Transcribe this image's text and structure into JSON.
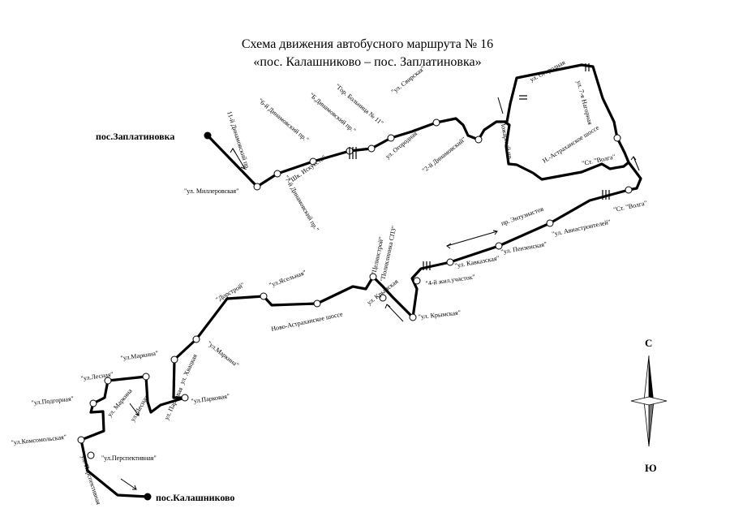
{
  "title": {
    "line1": "Схема движения автобусного маршрута № 16",
    "line2": "«пос. Калашниково – пос. Заплатиновка»"
  },
  "endpoints": {
    "start": "пос.Заплатиновка",
    "end": "пос.Калашниково"
  },
  "stops": {
    "millerovskaya": "\"ул. Миллеровская\"",
    "dinamo7": "\"7-й Динамовский пр.\"",
    "shk_iskusstv": "\"Шк. Искусств\"",
    "dinamo6": "\"6-й Динамовский пр.\"",
    "b_dinamo": "\"Б.Динамовский пр.\"",
    "bolnitsa": "\"Гор. Больница № 11\"",
    "svirskaya": "\"ул. Свирская\"",
    "dinamo2": "\"2-й Динамовский\"",
    "st_volga_1": "\"Ст. \"Волга\"",
    "st_volga_2": "\"Ст. \"Волга\"",
    "aviastroiteley": "\"ул. Авиастроителей\"",
    "penzenskaya": "\"ул. Пензенская\"",
    "kavkazskaya": "\"ул. Кавказская\"",
    "zhil_uchastok": "\"4-й жил.участок\"",
    "krymskaya": "\"ул. Крымская\"",
    "tselinstroy": "\"Целинстрой\"",
    "poliklinika": "\"Поликлиника СПЗ\"",
    "yaselnaya": "\"ул.Ясельная\"",
    "dorstroy": "\"Дорстрой\"",
    "markina_1": "\"ул.Маркина\"",
    "markina_2": "\"ул.Маркина\"",
    "lesnaya": "\"ул.Лесная\"",
    "parkovaya": "\"ул.Парковая\"",
    "podgornaya": "\"ул.Подгорная\"",
    "komsomolskaya": "\"ул.Комсомольская\"",
    "perspektivnaya": "\"ул.Перспективная\""
  },
  "streets": {
    "dinamo11": "11-й Динамовский пр.",
    "ogorodnaya": "ул. Огородная",
    "ogorodnaya_top": "ул. Огородная",
    "nagornaya": "ул. 7-я Нагорная",
    "pozharny": "Пожарный пр.",
    "n_astrakh": "Н.-Астраханское шоссе",
    "entuziastov": "пр. Энтузиастов",
    "novo_astrakh": "Ново-Астраханское шоссе",
    "krymskaya_st": "ул. Крымская",
    "khvatskaya": "ул. Хвацкая",
    "markina_st": "ул. Маркина",
    "lesnaya_st": "ул. Лесная",
    "parkovaya_st": "ул. Парковая",
    "perspektivnaya_st": "ул. Перспективная"
  },
  "compass": {
    "north": "С",
    "south": "Ю"
  }
}
